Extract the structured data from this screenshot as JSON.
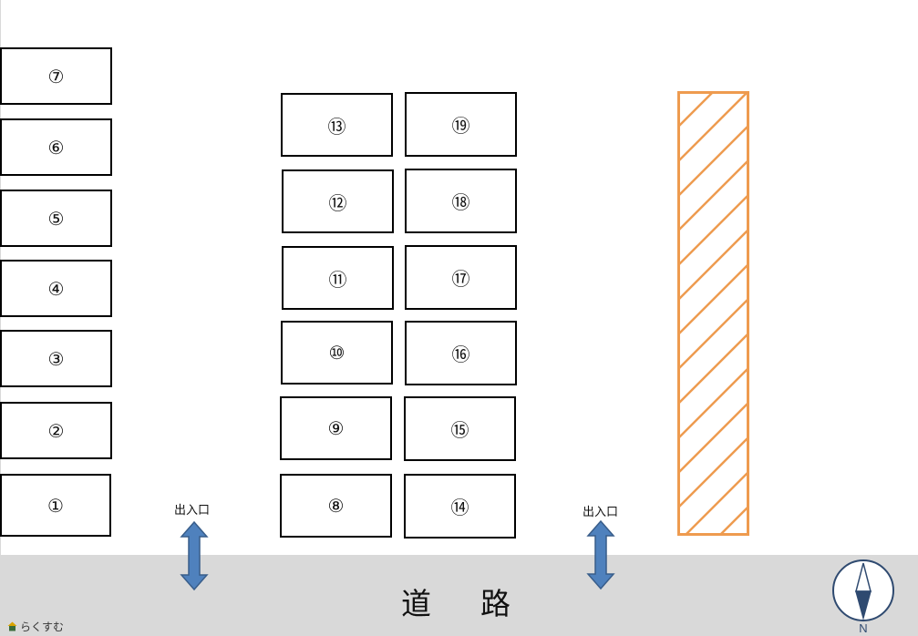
{
  "parking_slots": {
    "s1": "①",
    "s2": "②",
    "s3": "③",
    "s4": "④",
    "s5": "⑤",
    "s6": "⑥",
    "s7": "⑦",
    "s8": "⑧",
    "s9": "⑨",
    "s10": "⑩",
    "s11": "⑪",
    "s12": "⑫",
    "s13": "⑬",
    "s14": "⑭",
    "s15": "⑮",
    "s16": "⑯",
    "s17": "⑰",
    "s18": "⑱",
    "s19": "⑲"
  },
  "entrance": {
    "left_label": "出入口",
    "right_label": "出入口"
  },
  "road": {
    "label": "道路"
  },
  "compass": {
    "north_label": "N"
  },
  "logo": {
    "text": "らくすむ",
    "icon": "house-icon"
  },
  "colors": {
    "slot_border": "#000000",
    "hatch": "#ee9b4f",
    "road": "#d9d9d9",
    "arrow_fill": "#4f81bd",
    "arrow_stroke": "#385d8a",
    "compass": "#2f4a70"
  }
}
